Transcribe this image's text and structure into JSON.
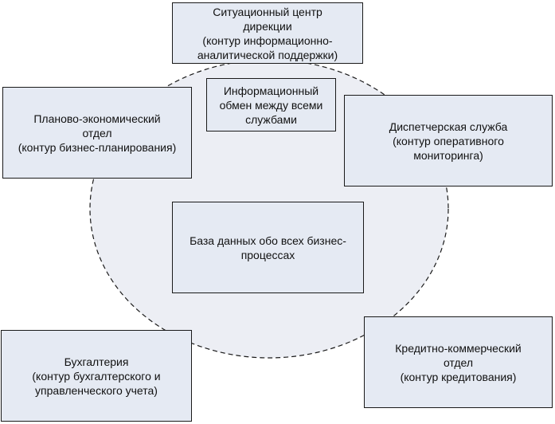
{
  "diagram": {
    "colors": {
      "box_fill": "#e5eaf3",
      "box_border": "#1a1a1a",
      "ring_fill": "#eceef4",
      "ring_stroke": "#1a1a1a",
      "text": "#111111"
    },
    "nodes": {
      "situation": {
        "label": "Ситуационный центр\nдирекции\n(контур информационно-\nаналитической поддержки)"
      },
      "exchange": {
        "label": "Информационный\nобмен между всеми\nслужбами"
      },
      "planning": {
        "label": "Планово-экономический\nотдел\n(контур бизнес-планирования)"
      },
      "dispatch": {
        "label": "Диспетчерская служба\n(контур оперативного\nмониторинга)"
      },
      "database": {
        "label": "База данных обо всех бизнес-\nпроцессах"
      },
      "accounting": {
        "label": "Бухгалтерия\n(контур бухгалтерского и\nуправленческого учета)"
      },
      "credit": {
        "label": "Кредитно-коммерческий\nотдел\n(контур кредитования)"
      }
    }
  }
}
